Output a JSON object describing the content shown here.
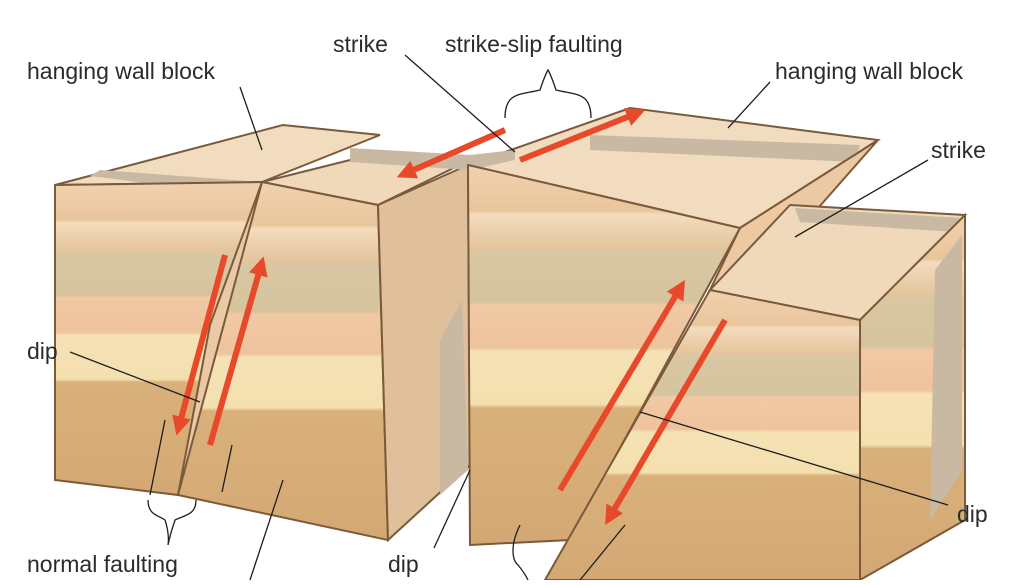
{
  "labels": {
    "hanging_wall_left": "hanging wall block",
    "strike_top": "strike",
    "strike_slip_faulting": "strike-slip faulting",
    "hanging_wall_right": "hanging wall block",
    "strike_right": "strike",
    "dip_left": "dip",
    "dip_bottom_center": "dip",
    "dip_right": "dip",
    "normal_faulting": "normal faulting"
  },
  "colors": {
    "outline": "#7a5a3a",
    "arrow": "#e8492a",
    "top_face": "#f2dcc0",
    "fault_plane": "#c9b9a3",
    "leader_line": "#1e1e1e"
  }
}
